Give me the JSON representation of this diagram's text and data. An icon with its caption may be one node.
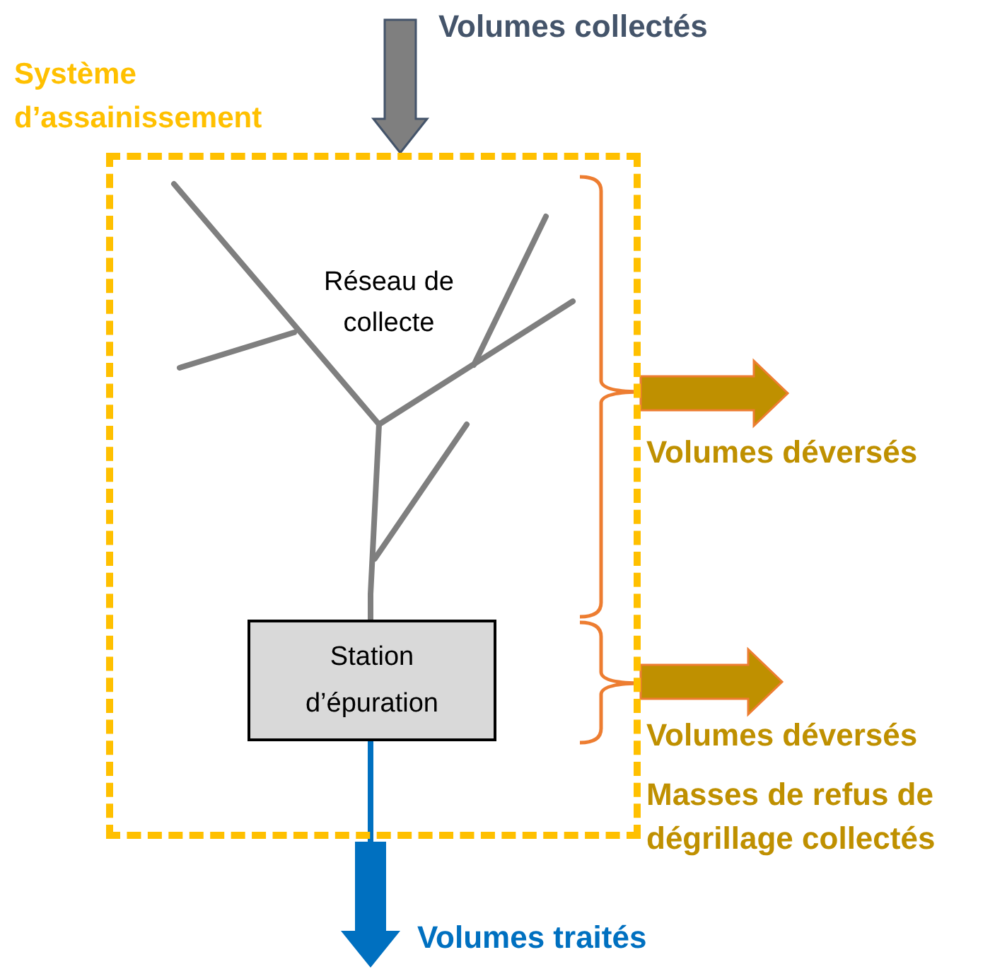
{
  "diagram": {
    "nodes": [
      {
        "text": [
          "Système d’assainissement"
        ]
      },
      {
        "text": [
          "Réseau de collecte"
        ],
        "in": 0
      },
      {
        "text": [
          "Station d’épuration"
        ],
        "in": 0
      }
    ],
    "edges": [
      {
        "from": null,
        "to": 0,
        "arrow": "to",
        "label": "Volumes collectés",
        "style": "thick",
        "color": "#7f7f7f"
      },
      {
        "from": 1,
        "to": 2,
        "arrow": "none",
        "color": "#7f7f7f"
      },
      {
        "from": 0,
        "to": null,
        "arrow": "to",
        "label": "Volumes déversés",
        "style": "thick",
        "color": "#bf9000"
      },
      {
        "from": 0,
        "to": null,
        "arrow": "to",
        "label": "Volumes déversés",
        "style": "thick",
        "color": "#bf9000"
      },
      {
        "from": 2,
        "to": null,
        "arrow": "to",
        "label": "Volumes traités",
        "style": "thick",
        "color": "#0070c0"
      }
    ],
    "labels": [
      "Masses de refus de dégrillage collectés"
    ]
  }
}
